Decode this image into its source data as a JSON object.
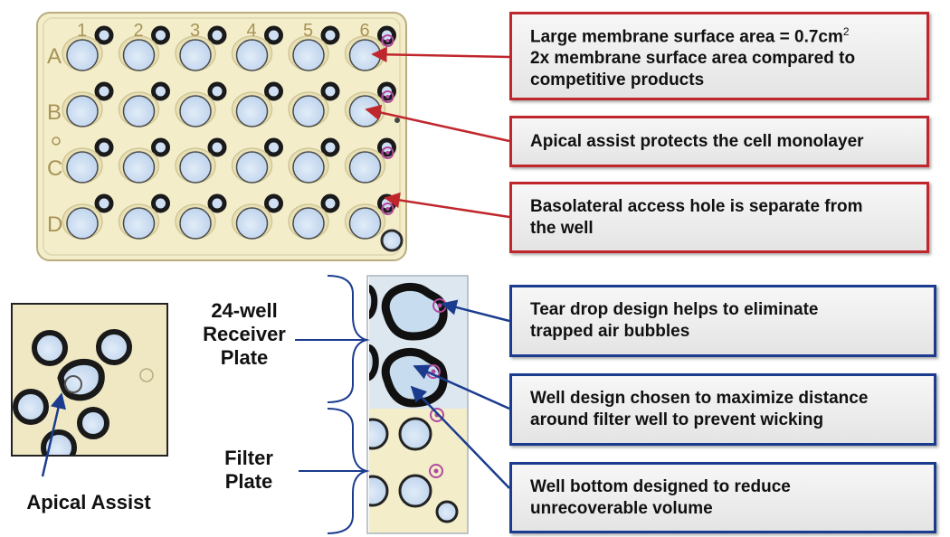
{
  "plate": {
    "columns": [
      "1",
      "2",
      "3",
      "4",
      "5",
      "6"
    ],
    "rows": [
      "A",
      "B",
      "C",
      "D"
    ]
  },
  "callouts": [
    {
      "lines": [
        "Large membrane surface area = 0.7cm",
        "2x membrane surface area compared to",
        "competitive products"
      ],
      "superscript": "2"
    },
    {
      "lines": [
        "Apical assist protects the cell monolayer"
      ]
    },
    {
      "lines": [
        "Basolateral access hole is separate from",
        "the well"
      ]
    },
    {
      "lines": [
        "Tear drop design helps to eliminate",
        "trapped air bubbles"
      ]
    },
    {
      "lines": [
        "Well design chosen to maximize distance",
        "around filter well to prevent wicking"
      ]
    },
    {
      "lines": [
        "Well bottom designed to reduce",
        "unrecoverable volume"
      ]
    }
  ],
  "labels": {
    "receiver": [
      "24-well",
      "Receiver",
      "Plate"
    ],
    "filter": [
      "Filter",
      "Plate"
    ],
    "apical": "Apical Assist"
  },
  "colors": {
    "plate": "#f3edca",
    "well": "#cfe0f4",
    "red": "#c0272d",
    "blue": "#1b3c8e",
    "marker": "#b04a9e"
  }
}
